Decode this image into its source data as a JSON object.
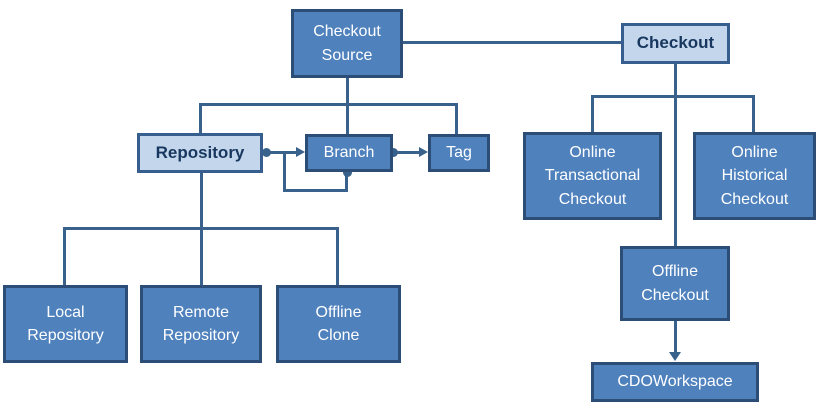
{
  "diagram": {
    "nodes": {
      "checkout_source": {
        "label": "Checkout\nSource"
      },
      "checkout": {
        "label": "Checkout"
      },
      "repository": {
        "label": "Repository"
      },
      "branch": {
        "label": "Branch"
      },
      "tag": {
        "label": "Tag"
      },
      "online_transactional_checkout": {
        "label": "Online\nTransactional\nCheckout"
      },
      "online_historical_checkout": {
        "label": "Online\nHistorical\nCheckout"
      },
      "local_repository": {
        "label": "Local\nRepository"
      },
      "remote_repository": {
        "label": "Remote\nRepository"
      },
      "offline_clone": {
        "label": "Offline\nClone"
      },
      "offline_checkout": {
        "label": "Offline\nCheckout"
      },
      "cdo_workspace": {
        "label": "CDOWorkspace"
      }
    },
    "colors": {
      "node_fill": "#4F81BD",
      "node_border": "#2C4D75",
      "node_text": "#FFFFFF",
      "highlight_fill": "#C4D6EC",
      "highlight_border": "#365F8F",
      "highlight_text": "#17375E",
      "line": "#38618C",
      "bg": "#FFFFFF"
    }
  }
}
